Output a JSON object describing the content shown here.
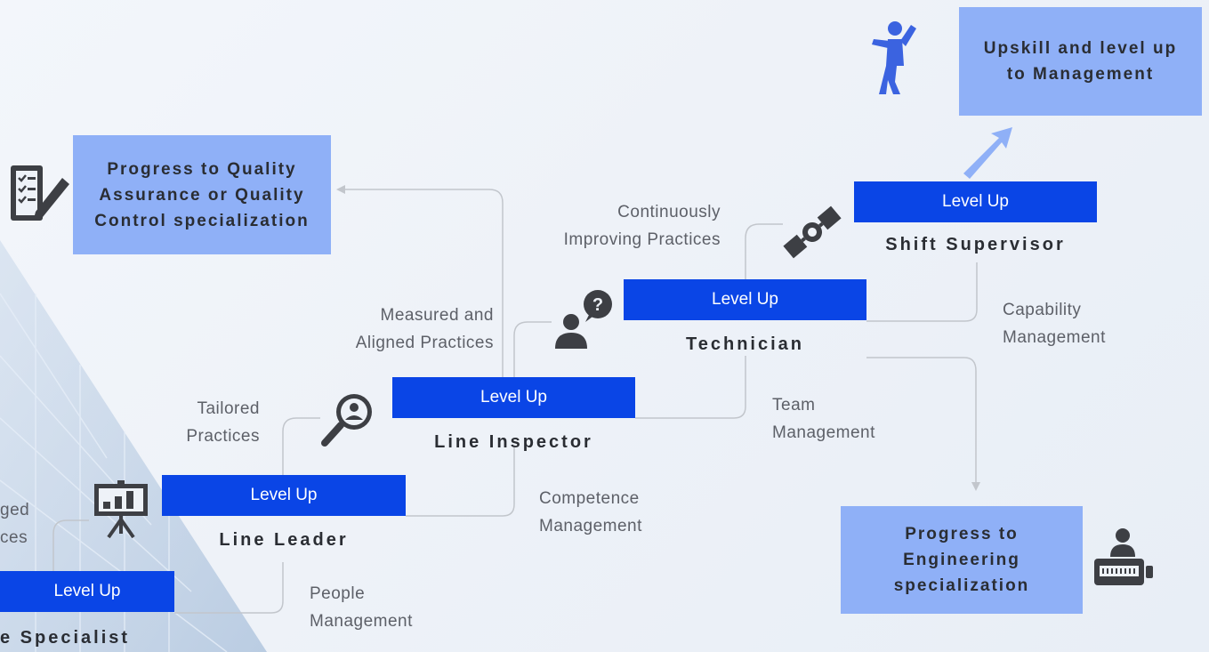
{
  "ladder": [
    {
      "button": "Level Up",
      "role": "e Specialist",
      "practice": "ged\nces"
    },
    {
      "button": "Level Up",
      "role": "Line Leader",
      "practice": "Tailored\nPractices",
      "management": "People\nManagement"
    },
    {
      "button": "Level Up",
      "role": "Line Inspector",
      "practice": "Measured and\nAligned Practices",
      "management": "Competence\nManagement"
    },
    {
      "button": "Level Up",
      "role": "Technician",
      "practice": "Continuously\nImproving Practices",
      "management": "Team\nManagement"
    },
    {
      "button": "Level Up",
      "role": "Shift Supervisor",
      "management": "Capability\nManagement"
    }
  ],
  "destinations": {
    "quality": "Progress to Quality\nAssurance or Quality\nControl specialization",
    "management": "Upskill and level up\nto Management",
    "engineering": "Progress to\nEngineering\nspecialization"
  },
  "colors": {
    "level_up_bar": "#0a45e6",
    "destination_box": "#8fb0f7",
    "icon_blue": "#3b63e0",
    "icon_gray": "#3d3f44"
  },
  "icons": [
    "checklist-pen-icon",
    "presentation-board-icon",
    "magnifier-person-icon",
    "person-question-icon",
    "satellite-icon",
    "jumping-person-icon",
    "person-at-computer-icon"
  ]
}
